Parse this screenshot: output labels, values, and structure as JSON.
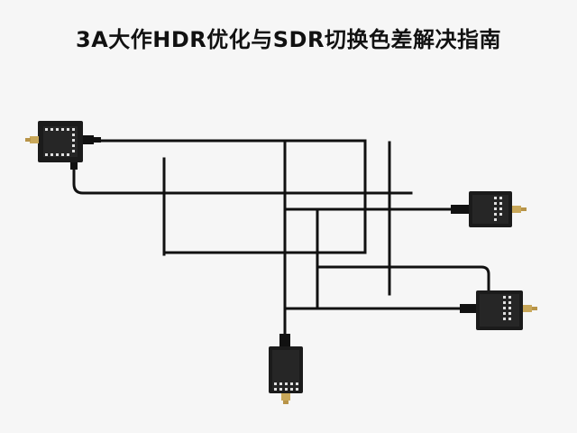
{
  "title": "3A大作HDR优化与SDR切换色差解决指南",
  "colors": {
    "background": "#f6f6f6",
    "wire": "#111111",
    "module_body": "#1b1b1b",
    "module_face": "#2a2a2a",
    "connector": "#c9a85a",
    "pins": "#e0e0e0",
    "title": "#111111"
  },
  "diagram": {
    "modules": [
      {
        "id": "module-top-left",
        "description": "black sensor board with gold connector on the left"
      },
      {
        "id": "module-right-upper",
        "description": "black sensor board with gold connector on the right"
      },
      {
        "id": "module-right-lower",
        "description": "black sensor board with gold connector on the right"
      },
      {
        "id": "module-bottom",
        "description": "black sensor board with gold connector at the bottom"
      }
    ]
  }
}
